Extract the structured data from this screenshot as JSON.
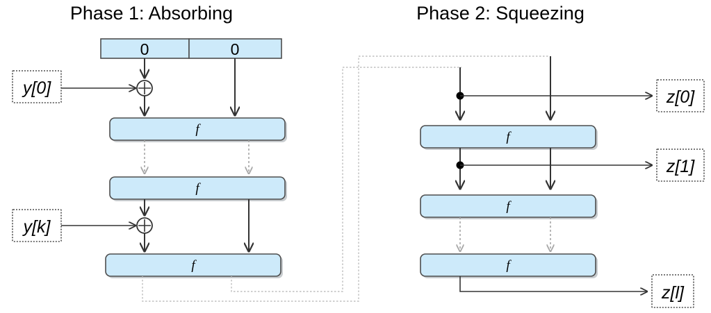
{
  "diagram": {
    "title_left": "Phase 1: Absorbing",
    "title_right": "Phase 2: Squeezing",
    "colors": {
      "block_fill": "#cdeafa",
      "block_stroke": "#4d4d4d",
      "line": "#333333",
      "dashed_line": "#a6a6a6",
      "feedback_line": "#bfbfbf",
      "background": "#ffffff"
    }
  },
  "phase1": {
    "state_cells": [
      {
        "label": "0"
      },
      {
        "label": "0"
      }
    ],
    "functions": [
      {
        "label": "f"
      },
      {
        "label": "f"
      },
      {
        "label": "f"
      }
    ],
    "inputs": [
      {
        "label": "y[0]"
      },
      {
        "label": "y[k]"
      }
    ],
    "xor_symbol": "+"
  },
  "phase2": {
    "functions": [
      {
        "label": "f"
      },
      {
        "label": "f"
      },
      {
        "label": "f"
      }
    ],
    "outputs": [
      {
        "label": "z[0]"
      },
      {
        "label": "z[1]"
      },
      {
        "label": "z[l]"
      }
    ]
  }
}
